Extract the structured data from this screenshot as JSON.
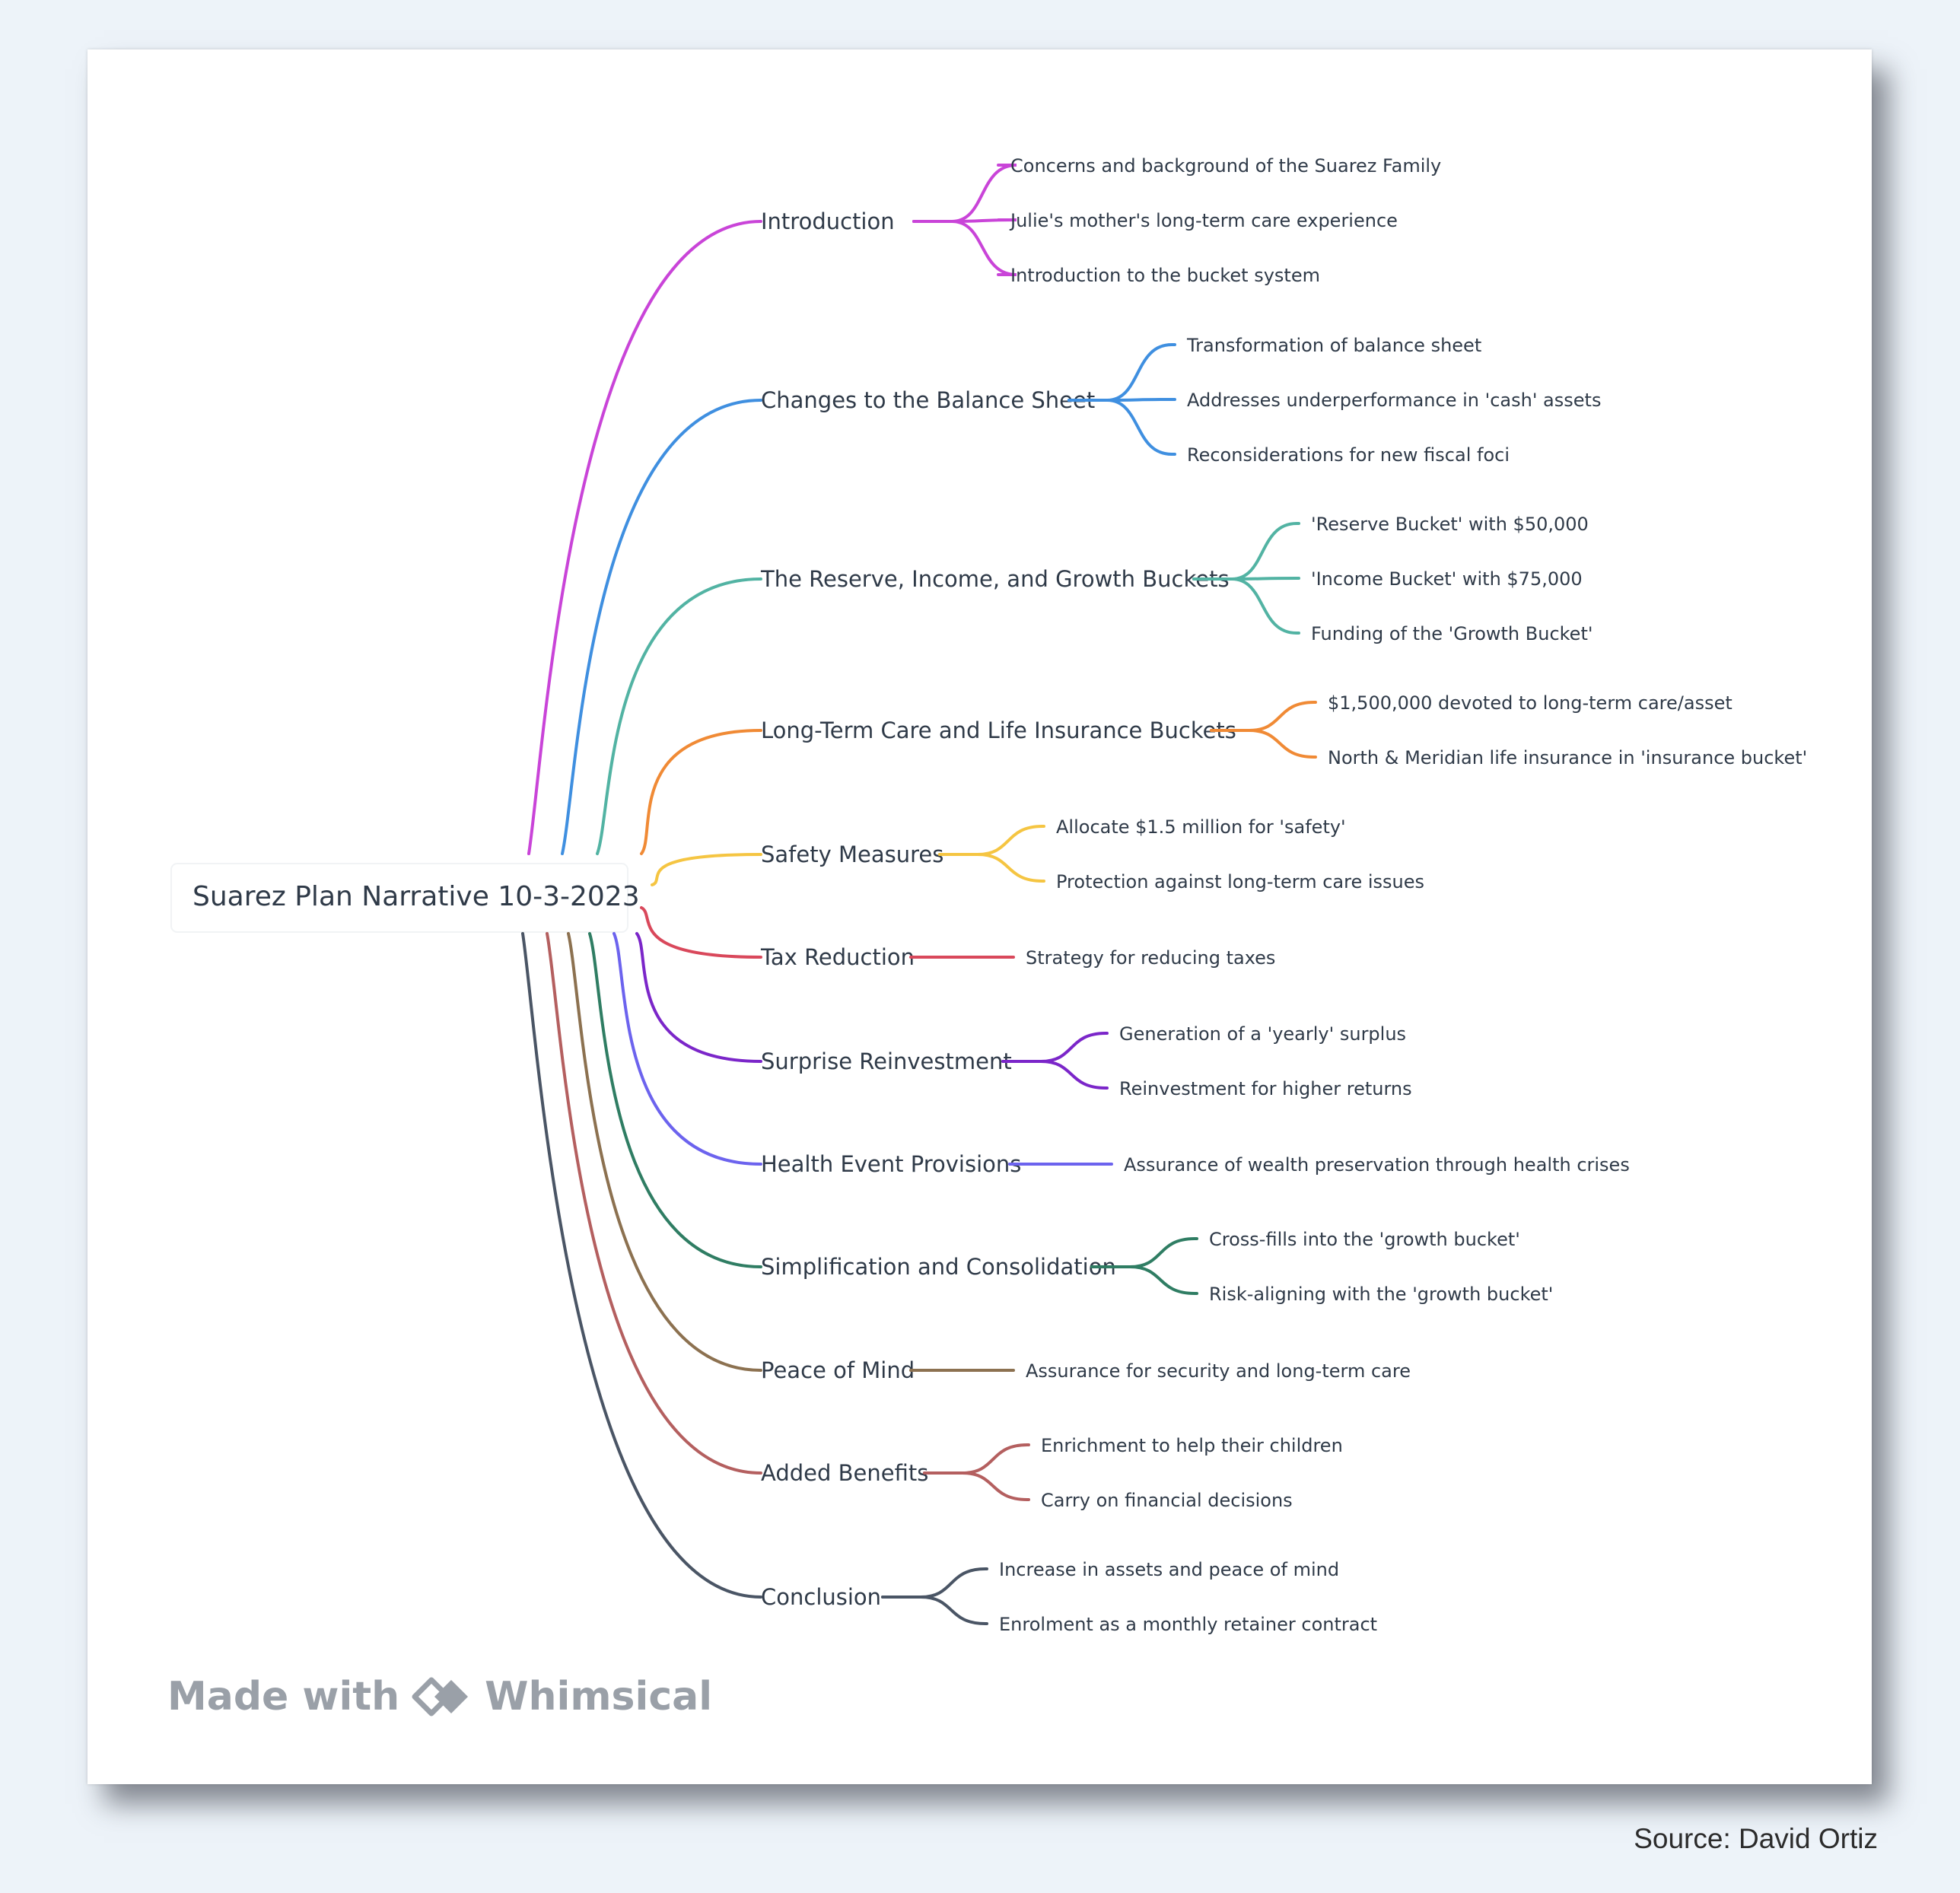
{
  "title": "Suarez Plan Narrative 10-3-2023",
  "branches": [
    {
      "label": "Introduction",
      "color": "#c944d8",
      "children": [
        "Concerns and background of the Suarez Family",
        "Julie's mother's long-term care experience",
        "Introduction to the bucket system"
      ]
    },
    {
      "label": "Changes to the Balance Sheet",
      "color": "#3f8fe0",
      "children": [
        "Transformation of balance sheet",
        "Addresses underperformance in 'cash' assets",
        "Reconsiderations for new fiscal foci"
      ]
    },
    {
      "label": "The Reserve, Income, and Growth Buckets",
      "color": "#52b3a3",
      "children": [
        "'Reserve Bucket' with $50,000",
        "'Income Bucket' with $75,000",
        "Funding of the 'Growth Bucket'"
      ]
    },
    {
      "label": "Long-Term Care and Life Insurance Buckets",
      "color": "#f08a35",
      "children": [
        "$1,500,000 devoted to long-term care/asset",
        "North & Meridian life insurance in 'insurance bucket'"
      ]
    },
    {
      "label": "Safety Measures",
      "color": "#f5c542",
      "children": [
        "Allocate $1.5 million for 'safety'",
        "Protection against long-term care issues"
      ]
    },
    {
      "label": "Tax Reduction",
      "color": "#d9485b",
      "children": [
        "Strategy for reducing taxes"
      ]
    },
    {
      "label": "Surprise Reinvestment",
      "color": "#7b26c9",
      "children": [
        "Generation of a 'yearly' surplus",
        "Reinvestment for higher returns"
      ]
    },
    {
      "label": "Health Event Provisions",
      "color": "#6c63ee",
      "children": [
        "Assurance of wealth preservation through health crises"
      ]
    },
    {
      "label": "Simplification and Consolidation",
      "color": "#2f7d63",
      "children": [
        "Cross-fills into the 'growth bucket'",
        "Risk-aligning with the 'growth bucket'"
      ]
    },
    {
      "label": "Peace of Mind",
      "color": "#8c7150",
      "children": [
        "Assurance for security and long-term care"
      ]
    },
    {
      "label": "Added Benefits",
      "color": "#b45f5f",
      "children": [
        "Enrichment to help their children",
        "Carry on financial decisions"
      ]
    },
    {
      "label": "Conclusion",
      "color": "#4a5565",
      "children": [
        "Increase in assets and peace of mind",
        "Enrolment as a monthly retainer contract"
      ]
    }
  ],
  "watermark": {
    "made_with": "Made with",
    "brand": "Whimsical"
  },
  "source": "Source: David Ortiz"
}
